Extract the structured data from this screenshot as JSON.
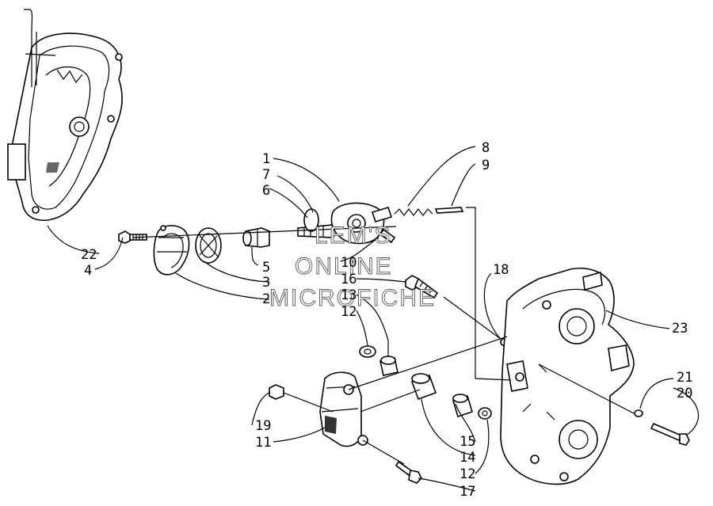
{
  "watermark": [
    "LEM'S",
    "ONLINE",
    "MICROFICHE"
  ],
  "callouts": {
    "p1": "1",
    "p2": "2",
    "p3": "3",
    "p4": "4",
    "p5": "5",
    "p6": "6",
    "p7": "7",
    "p8": "8",
    "p9": "9",
    "p10": "10",
    "p11": "11",
    "p12a": "12",
    "p12b": "12",
    "p13": "13",
    "p14": "14",
    "p15": "15",
    "p16": "16",
    "p17": "17",
    "p18": "18",
    "p19": "19",
    "p20": "20",
    "p21": "21",
    "p22": "22",
    "p23": "23"
  }
}
